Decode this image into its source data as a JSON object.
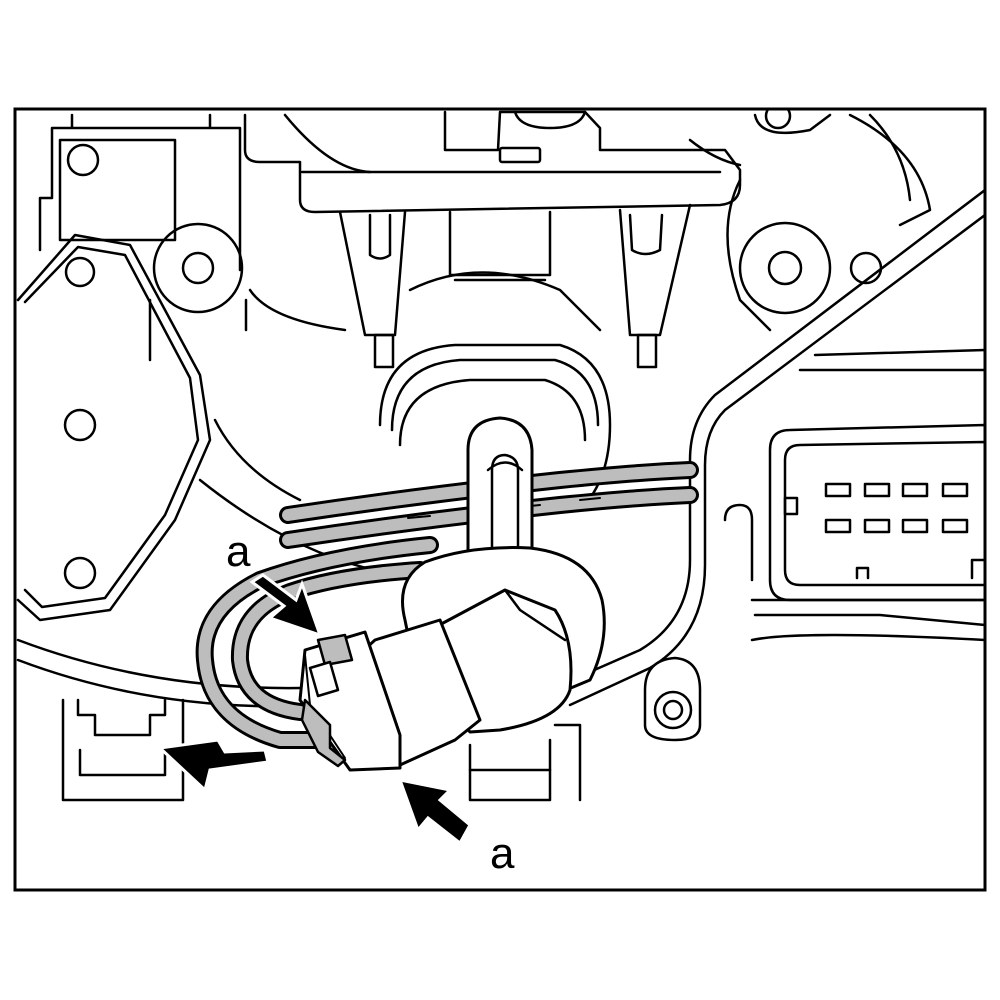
{
  "figure": {
    "callouts": [
      {
        "id": "callout-a-upper",
        "text": "a"
      },
      {
        "id": "callout-a-lower",
        "text": "a"
      }
    ],
    "colors": {
      "line": "#000000",
      "fill": "#ffffff",
      "harness_core": "#bdbdbd",
      "arrow": "#000000"
    },
    "icons": [
      "push-arrow-icon",
      "pull-arrow-icon",
      "release-tab-icon"
    ]
  }
}
